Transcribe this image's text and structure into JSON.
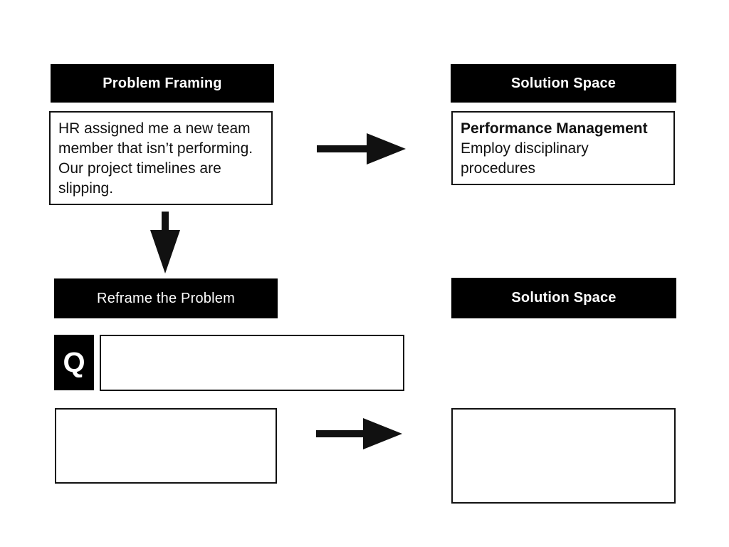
{
  "page": {
    "background": "#ffffff"
  },
  "colors": {
    "header_bg": "#000000",
    "header_text": "#ffffff",
    "box_bg": "#ffffff",
    "box_border": "#111111",
    "arrow": "#111111"
  },
  "original_framing": {
    "header": "Problem Framing",
    "problem_statement": "HR assigned me a new team\nmember that isn’t performing.\nOur project timelines are\nslipping.",
    "solution_header": "Solution Space",
    "solution_title": "Performance Management",
    "solution_detail": "Employ disciplinary\nprocedures"
  },
  "reframing": {
    "header": "Reframe the Problem",
    "question_label": "Q",
    "question_value": "",
    "reframed_problem_value": "",
    "solution_header": "Solution Space",
    "solution_value": ""
  },
  "icons": {
    "arrow_right_top": "right-arrow",
    "arrow_down": "down-arrow",
    "arrow_right_bottom": "right-arrow"
  }
}
